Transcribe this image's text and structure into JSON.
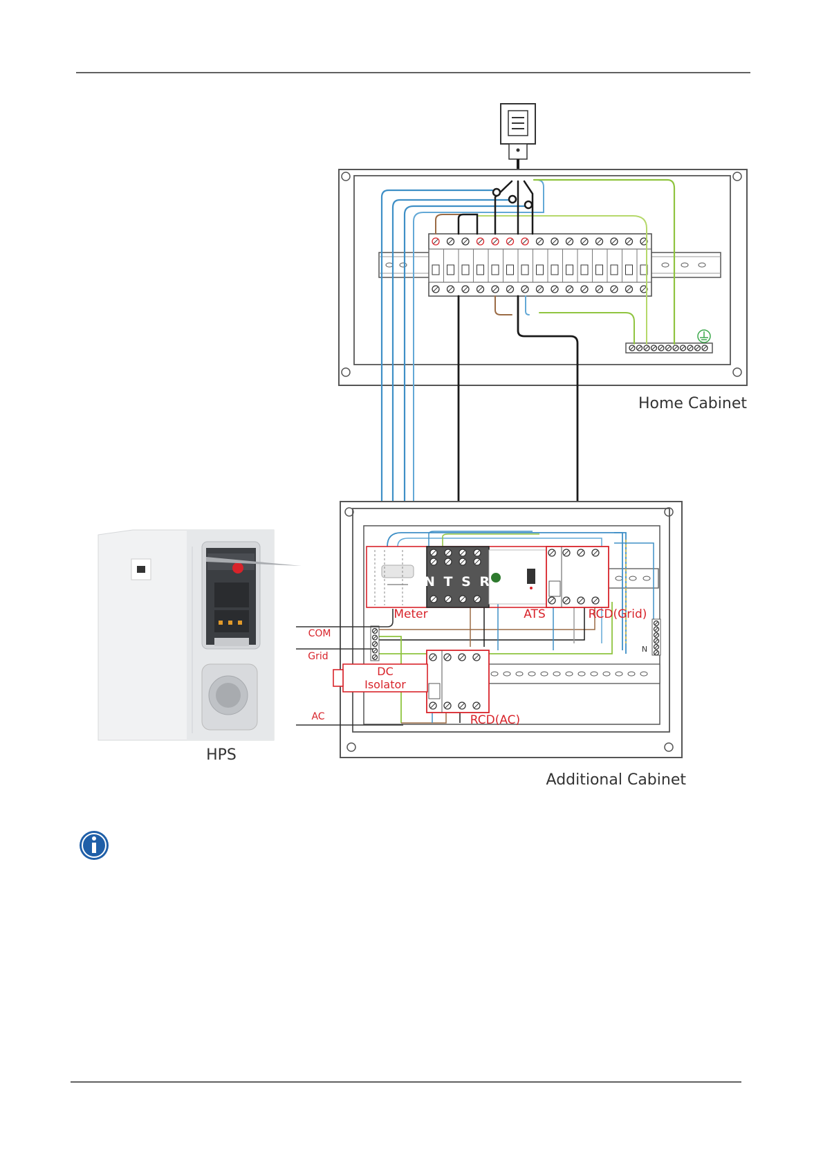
{
  "labels": {
    "home_cabinet": "Home Cabinet",
    "additional_cabinet": "Additional Cabinet",
    "hps": "HPS",
    "meter": "Meter",
    "ats": "ATS",
    "rcd_grid": "RCD(Grid)",
    "rcd_ac": "RCD(AC)",
    "dc_line1": "DC",
    "dc_line2": "Isolator",
    "com": "COM",
    "grid": "Grid",
    "ac": "AC",
    "ntsr": "N T S R",
    "neutral": "N"
  },
  "icons": {
    "note": "info-icon",
    "meter": "utility-meter-icon",
    "ground": "ground-symbol-icon"
  },
  "colors": {
    "accent_red": "#d8232a",
    "info_blue": "#1f5fa8",
    "wire_blue": "#3e8fc6",
    "wire_green": "#8fc43f",
    "wire_brown": "#9a6a44",
    "wire_black": "#1a1a1a"
  }
}
